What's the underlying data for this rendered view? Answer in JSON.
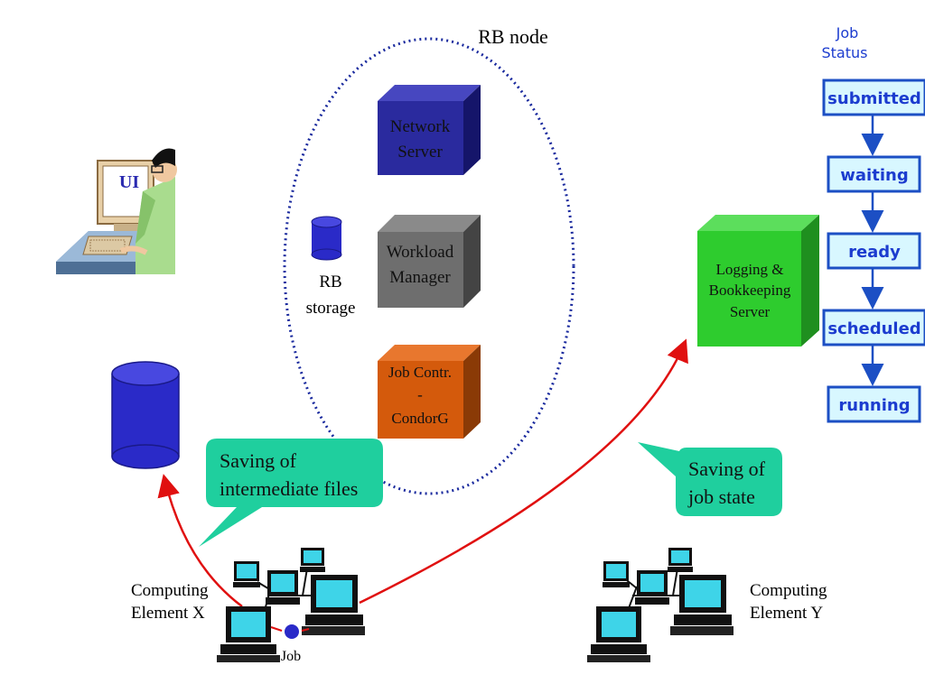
{
  "rb_node": {
    "title": "RB node"
  },
  "servers": {
    "network": {
      "line1": "Network",
      "line2": "Server",
      "color": "#2a2a9e"
    },
    "workload": {
      "line1": "Workload",
      "line2": "Manager",
      "color": "#6e6e6e"
    },
    "jobcontr": {
      "line1": "Job Contr.",
      "line2": "-",
      "line3": "CondorG",
      "color": "#d45a0c"
    },
    "logging": {
      "line1": "Logging &",
      "line2": "Bookkeeping",
      "line3": "Server",
      "color": "#2ecc2e"
    }
  },
  "rb_storage": {
    "line1": "RB",
    "line2": "storage"
  },
  "ui_label": "UI",
  "job_status": {
    "title_line1": "Job",
    "title_line2": "Status",
    "states": [
      "submitted",
      "waiting",
      "ready",
      "scheduled",
      "running"
    ],
    "box_fill": "#d8f7ff",
    "box_stroke": "#1c4fc4",
    "text_color": "#1c3ccf"
  },
  "callouts": {
    "intermediate": {
      "line1": "Saving of",
      "line2": "intermediate files"
    },
    "jobstate": {
      "line1": "Saving of",
      "line2": "job state"
    },
    "color": "#1fcf9e"
  },
  "computing": {
    "x": {
      "line1": "Computing",
      "line2": "Element X"
    },
    "y": {
      "line1": "Computing",
      "line2": "Element Y"
    }
  },
  "job_label": "Job",
  "colors": {
    "arrow": "#e01010",
    "storage_blue": "#2a2ac8",
    "dotted": "#1a2a9e"
  }
}
